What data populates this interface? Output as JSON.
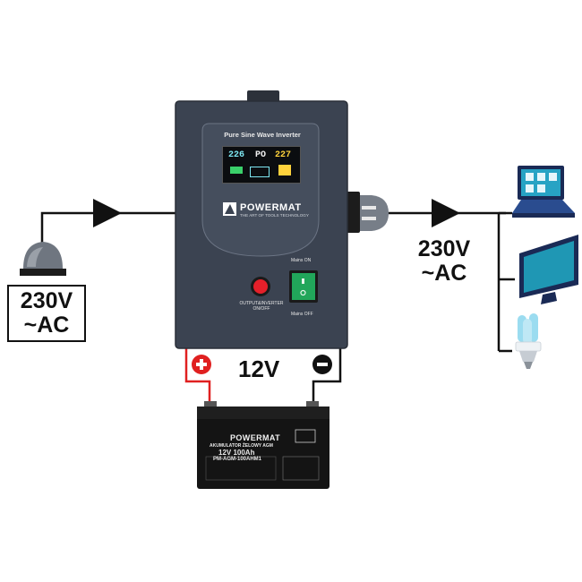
{
  "input": {
    "voltage_line1": "230V",
    "voltage_line2": "~AC"
  },
  "output": {
    "voltage_line1": "230V",
    "voltage_line2": "~AC"
  },
  "battery_link": {
    "voltage": "12V"
  },
  "inverter": {
    "title": "Pure Sine Wave Inverter",
    "brand": "POWERMAT",
    "tagline": "THE ART OF TOOLS TECHNOLOGY",
    "display": {
      "left": "226",
      "mid": "PO",
      "right": "227"
    },
    "button_label_line1": "OUTPUT&INVERTER",
    "button_label_line2": "ON/OFF",
    "switch_top_label": "Mains ON",
    "switch_bottom_label": "Mains OFF"
  },
  "battery": {
    "brand": "POWERMAT",
    "line1": "AKUMULATOR ŻELOWY AGM",
    "line2": "12V    100Ah",
    "line3": "PM-AGM-100AHM1"
  },
  "colors": {
    "positive": "#e02020",
    "negative": "#111111",
    "housing": "#3a4250",
    "device_blue": "#1f97b4"
  }
}
